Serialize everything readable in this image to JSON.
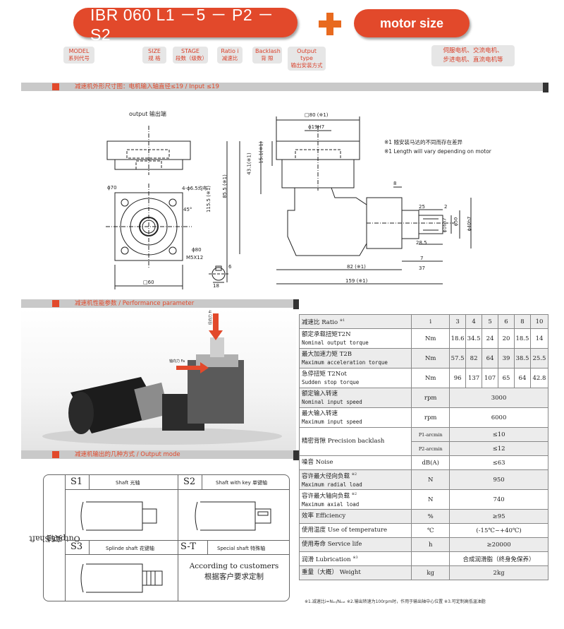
{
  "header": {
    "model_code": "IBR 060 L1 －5 － P2 － S2",
    "plus_icon": "plus-icon",
    "motor_size": "motor size"
  },
  "tags": [
    {
      "en": "MODEL",
      "cn": "系列代号"
    },
    {
      "en": "SIZE",
      "cn": "规 格"
    },
    {
      "en": "STAGE",
      "cn": "段数（级数）"
    },
    {
      "en": "Ratio i",
      "cn": "减速比"
    },
    {
      "en": "Backlash",
      "cn": "背 隙"
    },
    {
      "en": "Output type",
      "cn": "输出安装方式"
    }
  ],
  "motor_types": [
    "伺服电机、交流电机、",
    "步进电机、直流电机等"
  ],
  "sections": {
    "dimensions": "减速机外形尺寸图：电机输入轴直径≤19 / Input ≤19",
    "performance": "减速机性能参数 / Performance parameter",
    "output_mode": "减速机输出的几种方式 / Output mode"
  },
  "drawing": {
    "output_label": "output 输出端",
    "note_cn": "※1  随安装马达的不同而存在差异",
    "note_en": "※1 Length will vary depending on motor",
    "dims": {
      "d70": "ϕ70",
      "holes": "4-ϕ6.5均布",
      "angle": "45°",
      "d80": "ϕ80",
      "m": "M5X12",
      "sq60": "□60",
      "key6": "6",
      "key18": "18",
      "h115": "115.5 (※1)",
      "h85": "85.5 (※1)",
      "h43": "43.1(※1)",
      "h15": "15.1(※1)",
      "sq80": "□80 (※1)",
      "d19": "ϕ19H7",
      "w8": "8",
      "w25": "25",
      "w2": "2",
      "d16": "ϕ16h7",
      "d40": "ϕ40h7",
      "d50": "ϕ50",
      "w285": "28.5",
      "w82": "82 (※1)",
      "w7": "7",
      "w37": "37",
      "w159": "159 (※1)"
    }
  },
  "photo": {
    "radial_label": "径向力 Fr",
    "axial_label": "轴向力 Fa"
  },
  "output_modes": {
    "side_label_en": "Output Shaft",
    "side_label_cn": "实轴",
    "items": [
      {
        "code": "S1",
        "desc": "Shaft 光轴"
      },
      {
        "code": "S2",
        "desc": "Shaft with key 单键轴"
      },
      {
        "code": "S3",
        "desc": "Splinde shaft 花键轴"
      },
      {
        "code": "S-T",
        "desc": "Special shaft 特殊轴"
      }
    ],
    "custom_en": "According to customers",
    "custom_cn": "根据客户要求定制"
  },
  "performance": {
    "ratio_row": {
      "cn": "减速比 Ratio",
      "note": "※1",
      "unit": "i",
      "values": [
        "3",
        "4",
        "5",
        "6",
        "8",
        "10"
      ]
    },
    "rows": [
      {
        "cn": "额定承载扭矩T2N",
        "en": "Nominal output torque",
        "unit": "Nm",
        "values": [
          "18.6",
          "34.5",
          "24",
          "20",
          "18.5",
          "14"
        ]
      },
      {
        "cn": "最大加速力矩 T2B",
        "en": "Maximum acceleration torque",
        "unit": "Nm",
        "values": [
          "57.5",
          "82",
          "64",
          "39",
          "38.5",
          "25.5"
        ]
      },
      {
        "cn": "急停扭矩 T2Not",
        "en": "Sudden stop torque",
        "unit": "Nm",
        "values": [
          "96",
          "137",
          "107",
          "65",
          "64",
          "42.8"
        ]
      }
    ],
    "single_rows": [
      {
        "cn": "额定输入转速",
        "en": "Nominal input speed",
        "unit": "rpm",
        "value": "3000",
        "note": ""
      },
      {
        "cn": "最大输入转速",
        "en": "Maximum input speed",
        "unit": "rpm",
        "value": "6000",
        "note": ""
      }
    ],
    "backlash": {
      "label": "精密背隙 Precision backlash",
      "p1": "P1-arcmin",
      "p1v": "≤10",
      "p2": "P2-arcmin",
      "p2v": "≤12"
    },
    "tail_rows": [
      {
        "cn": "噪音 Noise",
        "en": "",
        "unit": "dB(A)",
        "value": "≤63",
        "note": ""
      },
      {
        "cn": "容许最大径向负载",
        "en": "Maximum radial load",
        "unit": "N",
        "value": "950",
        "note": "※2"
      },
      {
        "cn": "容许最大轴向负载",
        "en": "Maximum axial load",
        "unit": "N",
        "value": "740",
        "note": "※2"
      },
      {
        "cn": "效率 Efficiency",
        "en": "",
        "unit": "%",
        "value": "≥95",
        "note": ""
      },
      {
        "cn": "使用温度 Use of temperature",
        "en": "",
        "unit": "℃",
        "value": "(-15℃~+40℃)",
        "note": ""
      },
      {
        "cn": "使用寿命 Service life",
        "en": "",
        "unit": "h",
        "value": "≥20000",
        "note": ""
      },
      {
        "cn": "润滑 Lubrication",
        "en": "",
        "unit": "",
        "value": "合成润滑脂（终身免保养）",
        "note": "※3"
      },
      {
        "cn": "重量（大概） Weight",
        "en": "",
        "unit": "kg",
        "value": "2kg",
        "note": ""
      }
    ],
    "footnote": "※1.减速比i=N₁ₙ/Nₒᵤₜ   ※2.输出转速为100rpm时，作用于输出轴中心位置   ※3.可定制高低温油脂"
  }
}
